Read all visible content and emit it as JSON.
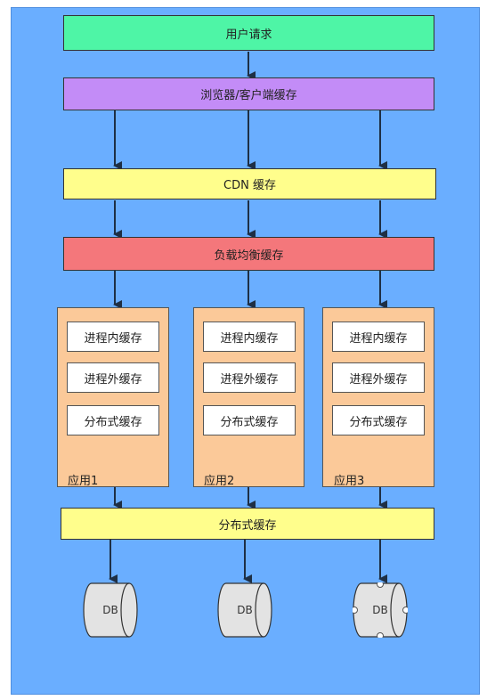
{
  "diagram": {
    "user_request": "用户请求",
    "browser_cache": "浏览器/客户端缓存",
    "cdn_cache": "CDN 缓存",
    "lb_cache": "负载均衡缓存",
    "apps": [
      {
        "label": "应用1",
        "caches": [
          "进程内缓存",
          "进程外缓存",
          "分布式缓存"
        ]
      },
      {
        "label": "应用2",
        "caches": [
          "进程内缓存",
          "进程外缓存",
          "分布式缓存"
        ]
      },
      {
        "label": "应用3",
        "caches": [
          "进程内缓存",
          "进程外缓存",
          "分布式缓存"
        ]
      }
    ],
    "distributed_cache": "分布式缓存",
    "dbs": [
      "DB",
      "DB",
      "DB"
    ]
  },
  "colors": {
    "background": "#6aaeff",
    "user_request": "#4ef5a6",
    "browser_cache": "#c38cf7",
    "cdn_cache": "#fffe8c",
    "lb_cache": "#f4777b",
    "app": "#fbc999",
    "distributed_cache": "#fffe8c",
    "db": "#e3e3e3"
  }
}
